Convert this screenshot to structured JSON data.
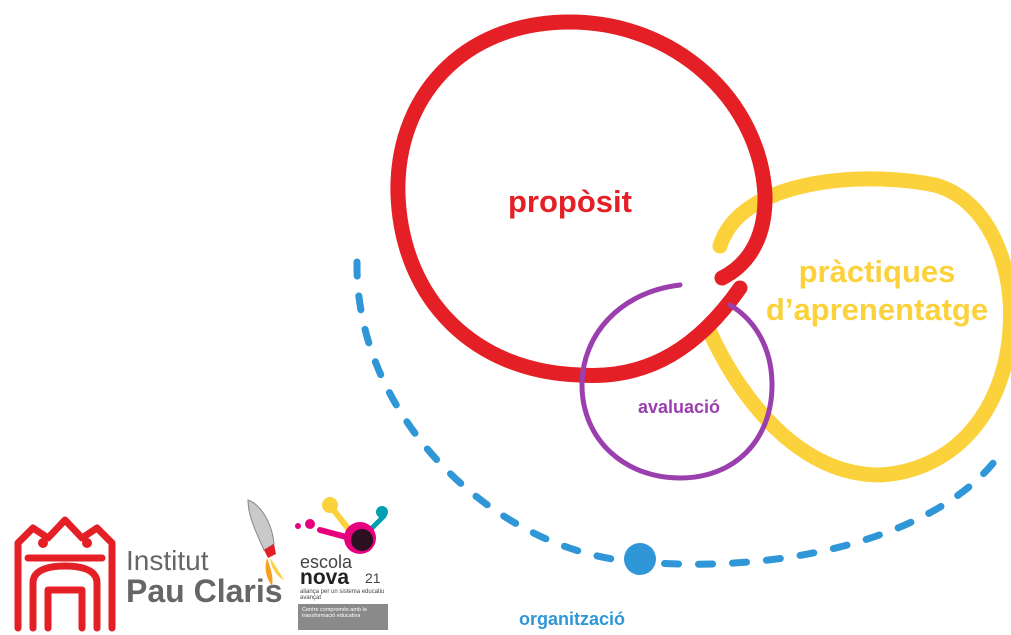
{
  "diagram": {
    "nodes": [
      {
        "id": "proposit",
        "label": "propòsit",
        "color": "#e41f26"
      },
      {
        "id": "practiques",
        "label_line1": "pràctiques",
        "label_line2": "d’aprenentatge",
        "color": "#fbd13c"
      },
      {
        "id": "avaluacio",
        "label": "avaluació",
        "color": "#9b3faf"
      },
      {
        "id": "organitzacio",
        "label": "organització",
        "color": "#2f97d7"
      }
    ]
  },
  "logos": {
    "institut": {
      "line1": "Institut",
      "line2": "Pau Claris",
      "color": "#e41f26"
    },
    "escola_nova": {
      "escola": "escola",
      "nova": "nova",
      "num": "21",
      "subtitle": "aliança per un sistema educatiu avançat",
      "box_text": "Centre compromès amb la transformació educativa"
    }
  }
}
